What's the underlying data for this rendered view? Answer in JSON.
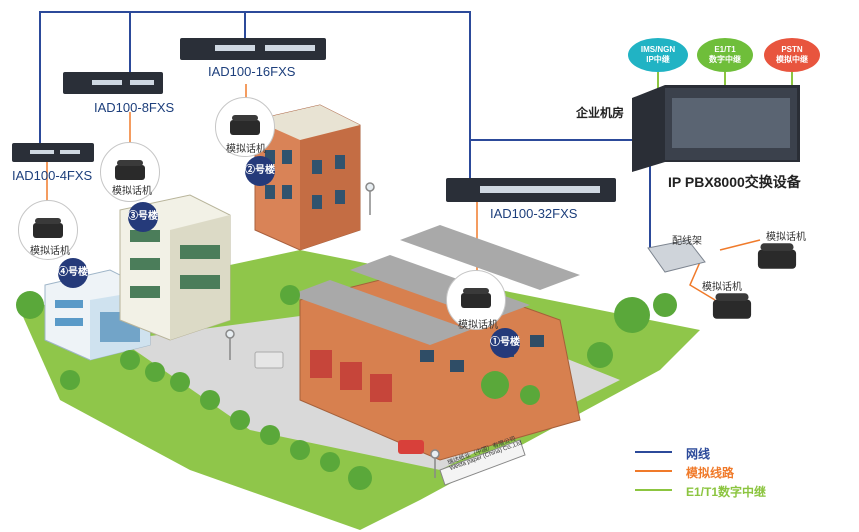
{
  "devices": {
    "iad4": "IAD100-4FXS",
    "iad8": "IAD100-8FXS",
    "iad16": "IAD100-16FXS",
    "iad32": "IAD100-32FXS",
    "pbx": "IP PBX8000交换设备"
  },
  "room_label": "企业机房",
  "patch_panel": "配线架",
  "phone_label": "模拟话机",
  "buildings": {
    "b1": "①号楼",
    "b2": "②号楼",
    "b3": "③号楼",
    "b4": "④号楼"
  },
  "clouds": {
    "ims": {
      "line1": "IMS/NGN",
      "line2": "IP中继"
    },
    "e1": {
      "line1": "E1/T1",
      "line2": "数字中继"
    },
    "pstn": {
      "line1": "PSTN",
      "line2": "模拟中继"
    }
  },
  "sign": {
    "line1": "瑞达纸业（中国）有限公司",
    "line2": "Weida paper (China) Co.,Ltd"
  },
  "legend": [
    {
      "label": "网线",
      "color": "#2c4a9a"
    },
    {
      "label": "模拟线路",
      "color": "#f07a2a"
    },
    {
      "label": "E1/T1数字中继",
      "color": "#8cc540"
    }
  ],
  "colors": {
    "network": "#2c4a9a",
    "analog": "#f07a2a",
    "digital": "#8cc540",
    "badge": "#253a7a"
  }
}
